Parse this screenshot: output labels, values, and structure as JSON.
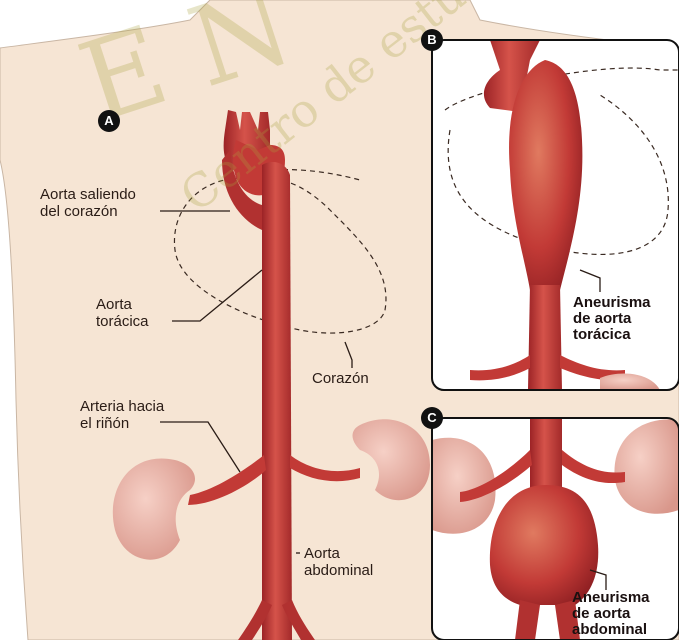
{
  "watermark": {
    "text": "Centro de estudios",
    "letters": "E N",
    "brand_color": "#b8ae3a"
  },
  "panels": {
    "a": {
      "badge": "A"
    },
    "b": {
      "badge": "B"
    },
    "c": {
      "badge": "C"
    }
  },
  "labels": {
    "aorta_leaving_heart": [
      "Aorta saliendo",
      "del corazón"
    ],
    "thoracic_aorta": [
      "Aorta",
      "torácica"
    ],
    "heart": "Corazón",
    "kidney_artery": [
      "Arteria hacia",
      "el riñón"
    ],
    "abdominal_aorta": [
      "Aorta",
      "abdominal"
    ],
    "thoracic_aneurysm": [
      "Aneurisma",
      "de aorta",
      "torácica"
    ],
    "abdominal_aneurysm": [
      "Aneurisma",
      "de aorta",
      "abdominal"
    ]
  },
  "colors": {
    "skin": "#f6e5d4",
    "artery": "#c23a36",
    "artery_dark": "#9e2426",
    "kidney": "#e8b2a8"
  }
}
